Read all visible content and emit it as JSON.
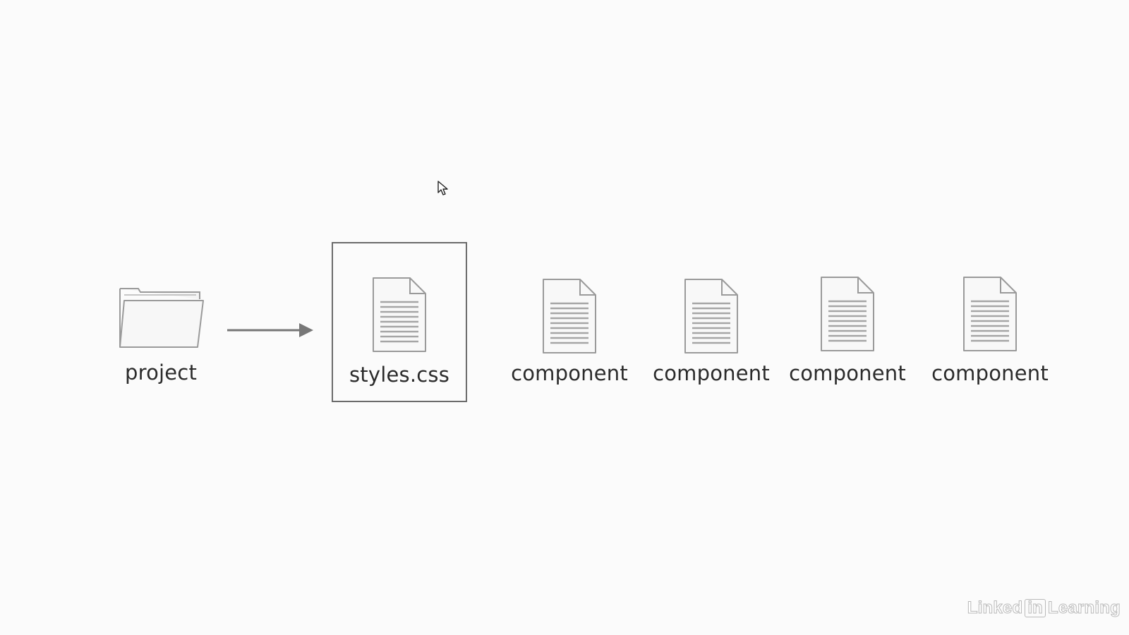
{
  "diagram": {
    "source": {
      "label": "project",
      "icon": "folder-icon"
    },
    "target": {
      "label": "styles.css",
      "icon": "document-icon",
      "highlighted": true
    },
    "components": [
      {
        "label": "component",
        "icon": "document-icon"
      },
      {
        "label": "component",
        "icon": "document-icon"
      },
      {
        "label": "component",
        "icon": "document-icon"
      },
      {
        "label": "component",
        "icon": "document-icon"
      }
    ],
    "connector": "arrow-right"
  },
  "watermark": {
    "text_left": "Linked",
    "text_box": "in",
    "text_right": "Learning"
  },
  "colors": {
    "background": "#fbfbfb",
    "icon_stroke": "#9a9a9a",
    "arrow": "#777777",
    "box_border": "#6b6b6b",
    "label_text": "#2b2b2b"
  }
}
